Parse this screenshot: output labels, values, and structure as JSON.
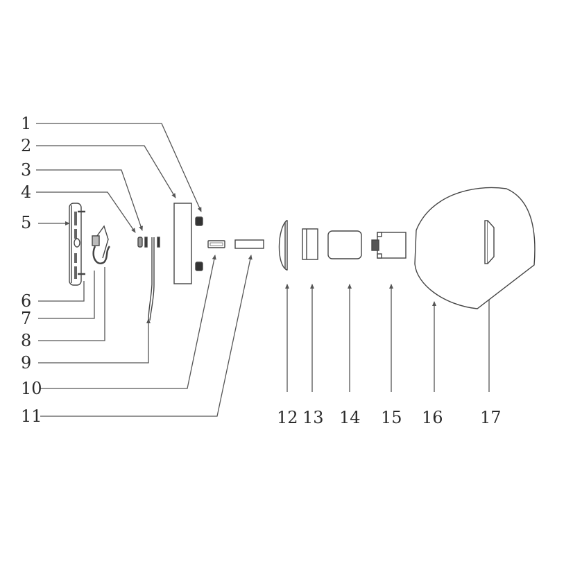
{
  "diagram": {
    "type": "exploded-parts-diagram",
    "colors": {
      "line": "#555555",
      "part_fill": "#ffffff",
      "dark": "#333333",
      "label": "#2a2a2a"
    },
    "callouts_left": [
      {
        "num": "1",
        "target": "mounting-screw"
      },
      {
        "num": "2",
        "target": "housing-plate"
      },
      {
        "num": "3",
        "target": "connector-small"
      },
      {
        "num": "4",
        "target": "connector-clip"
      },
      {
        "num": "5",
        "target": "mounting-bracket"
      },
      {
        "num": "6",
        "target": "bracket-screw"
      },
      {
        "num": "7",
        "target": "terminal-block"
      },
      {
        "num": "8",
        "target": "cable-clamp"
      },
      {
        "num": "9",
        "target": "wire-lead"
      },
      {
        "num": "10",
        "target": "gasket-small"
      },
      {
        "num": "11",
        "target": "gasket-bar"
      }
    ],
    "callouts_bottom": [
      {
        "num": "12",
        "target": "lens-dome"
      },
      {
        "num": "13",
        "target": "reflector-ring"
      },
      {
        "num": "14",
        "target": "lamp-body"
      },
      {
        "num": "15",
        "target": "socket-driver"
      },
      {
        "num": "16",
        "target": "glass-globe"
      },
      {
        "num": "17",
        "target": "globe-holder"
      }
    ]
  }
}
